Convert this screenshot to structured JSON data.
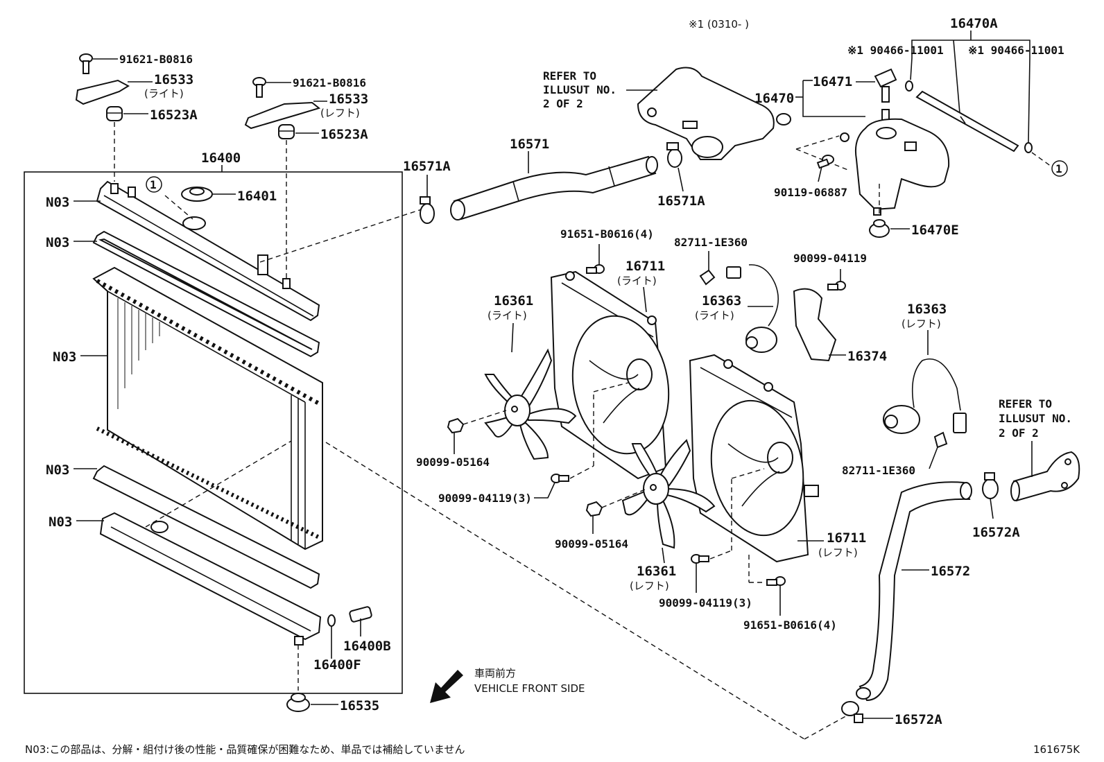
{
  "diagram": {
    "drawing_no": "161675K",
    "footnote": "N03:この部品は、分解・組付け後の性能・品質確保が困難なため、単品では補給していません",
    "front_note_jp": "車両前方",
    "front_note_en": "VEHICLE FRONT SIDE",
    "group_label": "16400",
    "date_note": "※1 (0310-     )",
    "refer1": [
      "REFER TO",
      "ILLUSUT NO.",
      "2 OF 2"
    ],
    "refer2": [
      "REFER TO",
      "ILLUSUT NO.",
      "2 OF 2"
    ],
    "labels": {
      "bolt_a": "91621-B0816",
      "bracket_a": "16533",
      "bracket_a_sub": "(ライト)",
      "cushion_a": "16523A",
      "bolt_b": "91621-B0816",
      "bracket_b": "16533",
      "bracket_b_sub": "(レフト)",
      "cushion_b": "16523A",
      "cap": "16401",
      "n03_1": "N03",
      "n03_2": "N03",
      "n03_3": "N03",
      "n03_4": "N03",
      "n03_5": "N03",
      "drain": "16400B",
      "oring": "16400F",
      "lower_cushion": "16535",
      "hose_upper": "16571",
      "clamp_1": "16571A",
      "clamp_2": "16571A",
      "reservoir_assy": "16470A",
      "tank_hose_1": "※1 90466-11001",
      "tank_hose_2": "※1 90466-11001",
      "tank_cap": "16471",
      "tank": "16470",
      "tank_bolt": "90119-06887",
      "tank_cushion": "16470E",
      "shroud_bolt_1": "91651-B0616(4)",
      "connector_1": "82711-1E360",
      "shroud_r": "16711",
      "shroud_r_sub": "(ライト)",
      "motor_r": "16363",
      "motor_r_sub": "(ライト)",
      "bolt_c": "90099-04119",
      "fan_r": "16361",
      "fan_r_sub": "(ライト)",
      "plate": "16374",
      "motor_l": "16363",
      "motor_l_sub": "(レフト)",
      "nut_1": "90099-05164",
      "bolt_d": "90099-04119(3)",
      "connector_2": "82711-1E360",
      "nut_2": "90099-05164",
      "shroud_l": "16711",
      "shroud_l_sub": "(レフト)",
      "fan_l": "16361",
      "fan_l_sub": "(レフト)",
      "bolt_e": "90099-04119(3)",
      "shroud_bolt_2": "91651-B0616(4)",
      "clamp_3": "16572A",
      "hose_lower": "16572",
      "clamp_4": "16572A",
      "ref_circle_1": "1",
      "ref_circle_2": "1"
    }
  }
}
